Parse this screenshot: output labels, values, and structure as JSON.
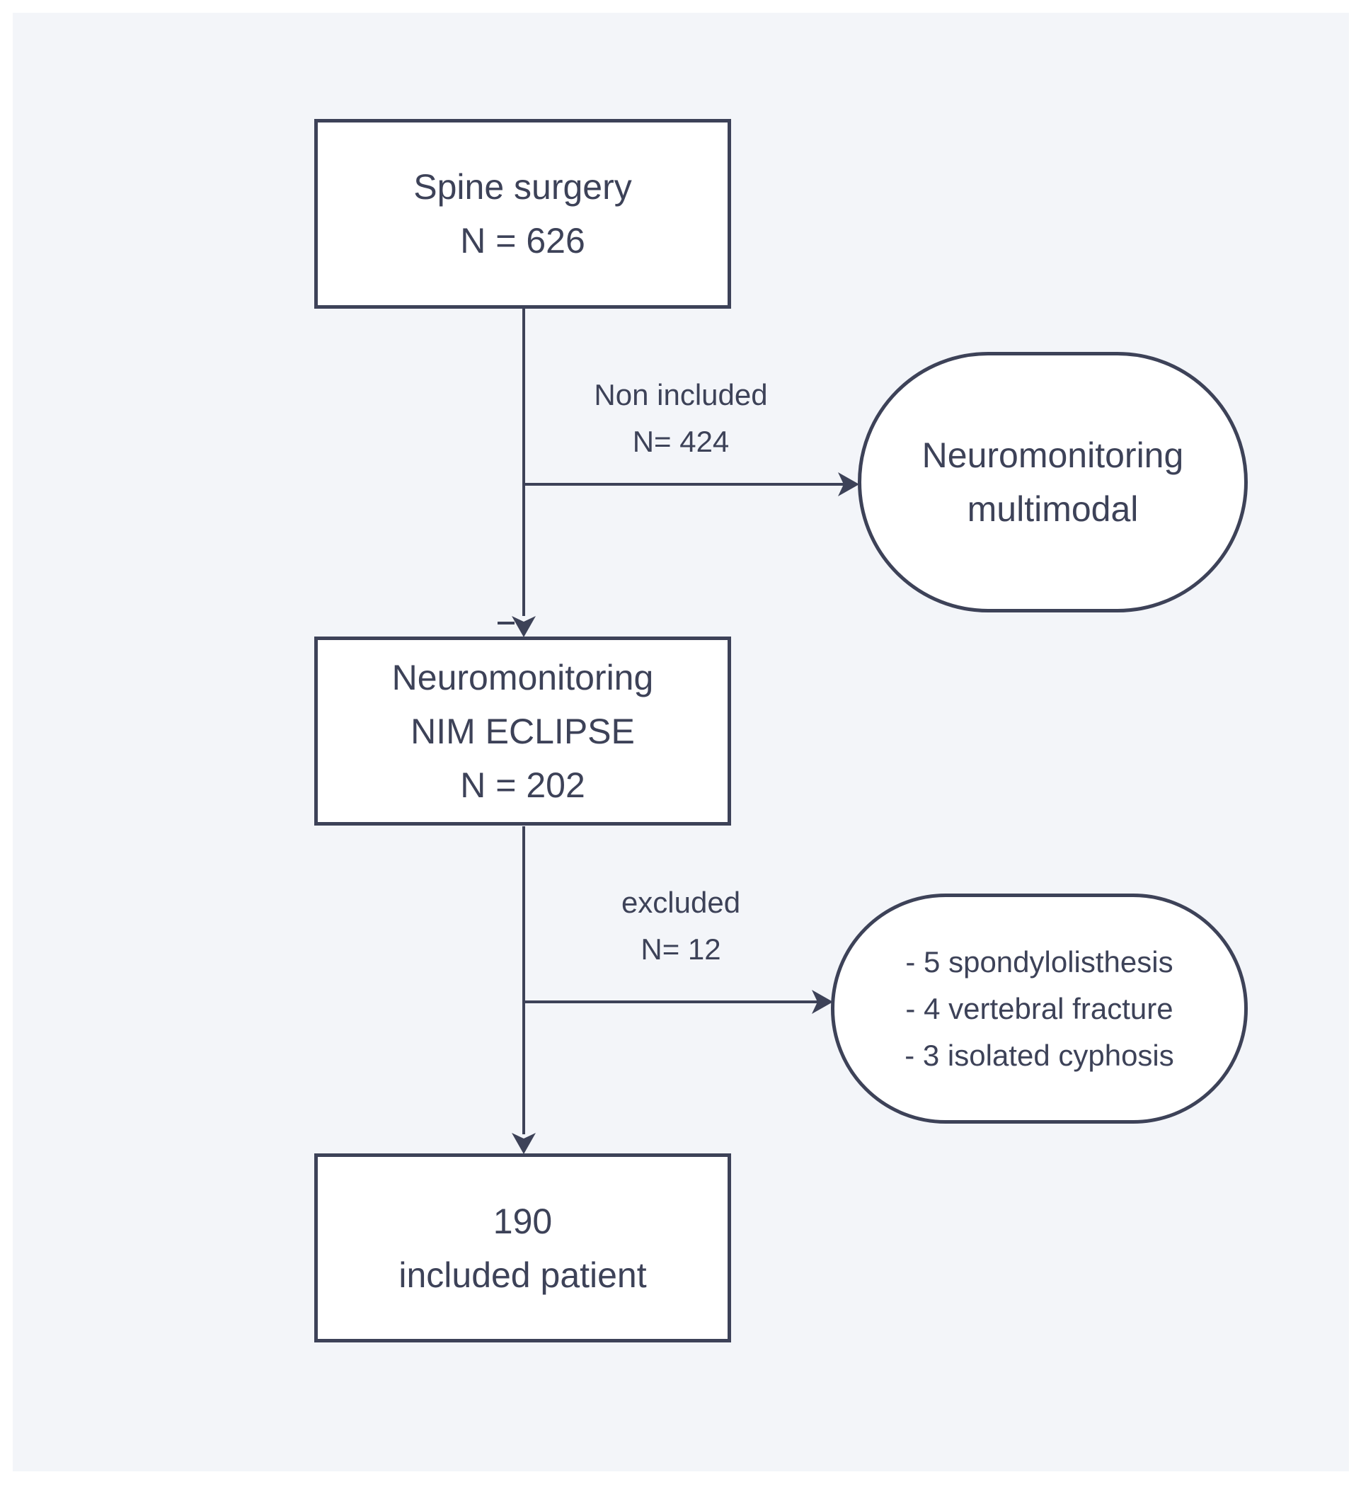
{
  "boxes": {
    "spine_surgery": {
      "line1": "Spine surgery",
      "line2": "N = 626"
    },
    "nim_eclipse": {
      "line1": "Neuromonitoring",
      "line2": "NIM ECLIPSE",
      "line3": "N = 202"
    },
    "included": {
      "line1": "190",
      "line2": "included patient"
    }
  },
  "terminals": {
    "multimodal": {
      "line1": "Neuromonitoring",
      "line2": "multimodal"
    },
    "exclusions": {
      "line1": "- 5 spondylolisthesis",
      "line2": "- 4 vertebral fracture",
      "line3": "- 3 isolated cyphosis"
    }
  },
  "edge_labels": {
    "non_included": {
      "line1": "Non included",
      "line2": "N= 424"
    },
    "excluded": {
      "line1": "excluded",
      "line2": "N= 12"
    }
  },
  "colors": {
    "stroke": "#3d4258",
    "background": "#f3f5f9",
    "box_fill": "#ffffff"
  }
}
